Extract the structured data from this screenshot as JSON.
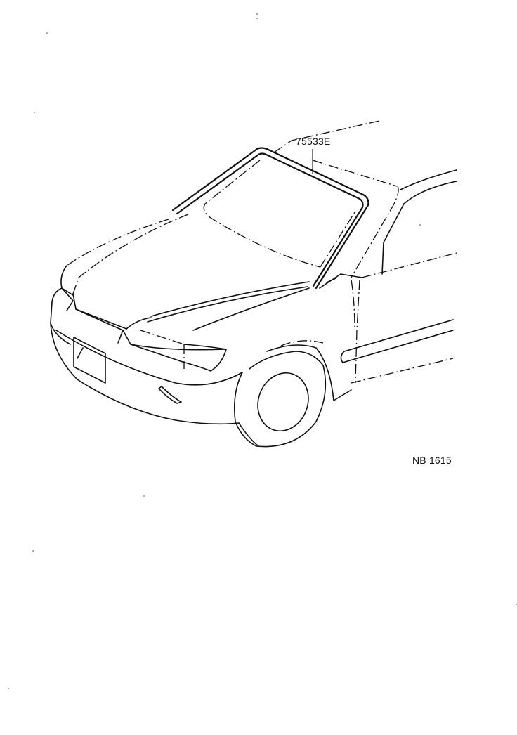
{
  "diagram": {
    "part_label": "75533E",
    "part_name": "windshield-molding",
    "figure_code": "NB 1615",
    "line_color": "#111111",
    "background": "#ffffff"
  }
}
